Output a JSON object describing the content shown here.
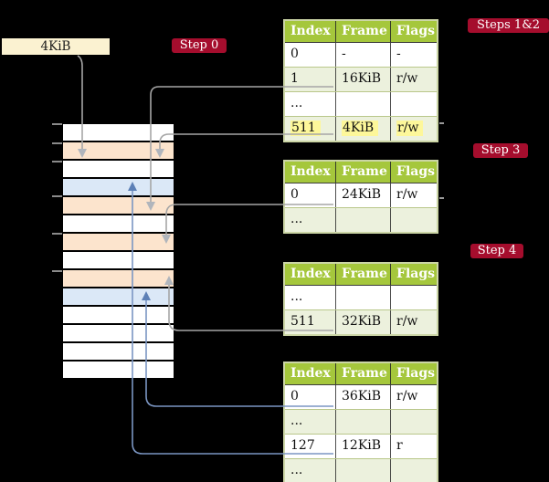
{
  "page_size_label": "4KiB",
  "badges": {
    "step0": "Step 0",
    "steps12": "Steps 1&2",
    "step3": "Step 3",
    "step4": "Step 4"
  },
  "memory": {
    "rows": [
      "white",
      "orange",
      "white",
      "blue",
      "orange",
      "white",
      "orange",
      "white",
      "orange",
      "blue",
      "white",
      "white",
      "white",
      "white"
    ],
    "tick_count": 6
  },
  "tables": [
    {
      "label": "page-table-steps-1-2",
      "headers": [
        "Index",
        "Frame",
        "Flags"
      ],
      "rows": [
        {
          "cells": [
            "0",
            "-",
            "-"
          ],
          "shade": false,
          "highlight": false
        },
        {
          "cells": [
            "1",
            "16KiB",
            "r/w"
          ],
          "shade": true,
          "highlight": false
        },
        {
          "cells": [
            "...",
            "",
            ""
          ],
          "shade": false,
          "highlight": false
        },
        {
          "cells": [
            "511",
            "4KiB",
            "r/w"
          ],
          "shade": true,
          "highlight": true
        }
      ]
    },
    {
      "label": "page-table-step-3",
      "headers": [
        "Index",
        "Frame",
        "Flags"
      ],
      "rows": [
        {
          "cells": [
            "0",
            "24KiB",
            "r/w"
          ],
          "shade": false,
          "highlight": false
        },
        {
          "cells": [
            "...",
            "",
            ""
          ],
          "shade": true,
          "highlight": false
        }
      ]
    },
    {
      "label": "page-table-step-4-upper",
      "headers": [
        "Index",
        "Frame",
        "Flags"
      ],
      "rows": [
        {
          "cells": [
            "...",
            "",
            ""
          ],
          "shade": false,
          "highlight": false
        },
        {
          "cells": [
            "511",
            "32KiB",
            "r/w"
          ],
          "shade": true,
          "highlight": false
        }
      ]
    },
    {
      "label": "page-table-step-4-lower",
      "headers": [
        "Index",
        "Frame",
        "Flags"
      ],
      "rows": [
        {
          "cells": [
            "0",
            "36KiB",
            "r/w"
          ],
          "shade": false,
          "highlight": false
        },
        {
          "cells": [
            "...",
            "",
            ""
          ],
          "shade": true,
          "highlight": false
        },
        {
          "cells": [
            "127",
            "12KiB",
            "r"
          ],
          "shade": false,
          "highlight": false
        },
        {
          "cells": [
            "...",
            "",
            ""
          ],
          "shade": true,
          "highlight": false
        }
      ]
    }
  ],
  "colors": {
    "white": "#ffffff",
    "orange": "#fce4cd",
    "blue": "#dbe8f7",
    "badge": "#a50d2d",
    "header_green": "#a5c73c",
    "row_green": "#ecf1dd",
    "table_border": "#ccd6a6",
    "highlight_yellow": "#fdf79a",
    "connector_gray": "#a6a6a6",
    "connector_blue": "#7b96c3",
    "label_cream": "#fbf2d1"
  }
}
